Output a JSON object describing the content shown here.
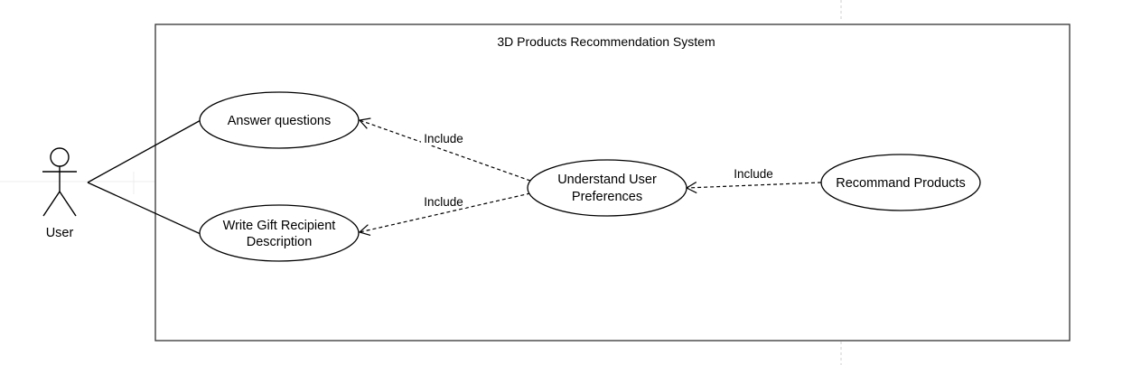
{
  "system": {
    "title": "3D Products Recommendation System"
  },
  "actor": {
    "name": "User"
  },
  "use_cases": {
    "answer_questions": "Answer questions",
    "write_description_line1": "Write Gift Recipient",
    "write_description_line2": "Description",
    "understand_line1": "Understand User",
    "understand_line2": "Preferences",
    "recommend_products": "Recommand Products"
  },
  "relationships": {
    "include_answer": "Include",
    "include_write": "Include",
    "include_recommend": "Include"
  }
}
